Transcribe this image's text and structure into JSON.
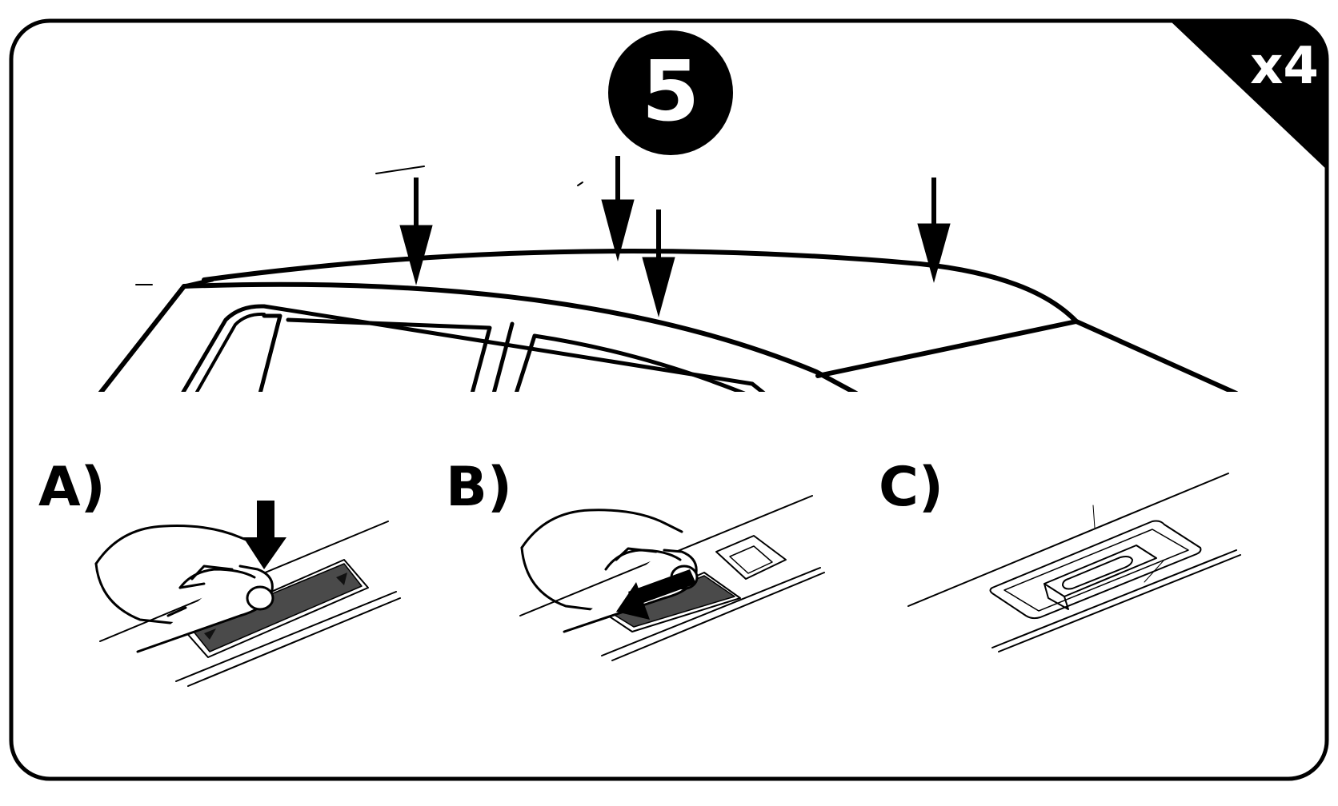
{
  "step": {
    "number": "5",
    "quantity": "x4",
    "colors": {
      "ink": "#000000",
      "paper": "#ffffff",
      "cover": "#4a4a4a"
    }
  },
  "panels": [
    {
      "label": "A)",
      "icon": "hand-press-cover-icon"
    },
    {
      "label": "B)",
      "icon": "hand-slide-cover-icon"
    },
    {
      "label": "C)",
      "icon": "open-mounting-slot-icon"
    }
  ],
  "car": {
    "icon": "car-roof-icon",
    "arrow_icon": "down-arrow-icon",
    "arrow_count": 4
  }
}
